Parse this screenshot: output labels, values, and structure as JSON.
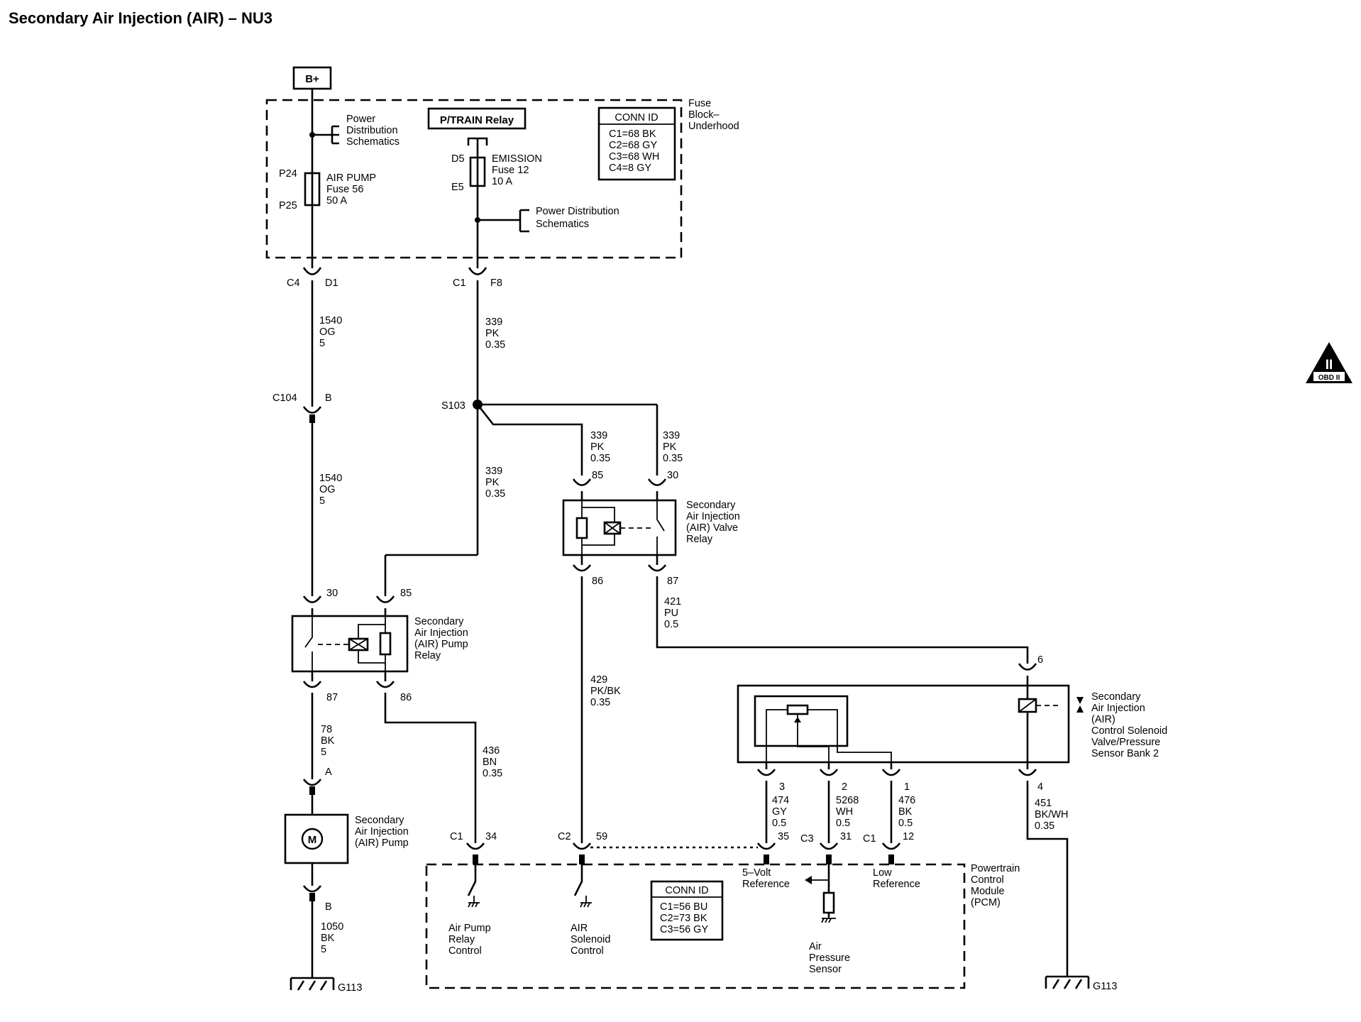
{
  "title": "Secondary Air Injection (AIR) – NU3",
  "badge": {
    "line1": "II",
    "line2": "OBD II"
  },
  "power": {
    "bplus": "B+",
    "ptrain_relay": "P/TRAIN Relay"
  },
  "fuse_block": {
    "label": [
      "Fuse",
      "Block–",
      "Underhood"
    ],
    "conn_id": {
      "title": "CONN ID",
      "rows": [
        "C1=68 BK",
        "C2=68 GY",
        "C3=68 WH",
        "C4=8 GY"
      ]
    },
    "pds1": [
      "Power",
      "Distribution",
      "Schematics"
    ],
    "pds2": [
      "Power Distribution",
      "Schematics"
    ],
    "fuse56": {
      "in": "P24",
      "out": "P25",
      "lines": [
        "AIR PUMP",
        "Fuse 56",
        "50 A"
      ]
    },
    "fuse12": {
      "in": "D5",
      "out": "E5",
      "lines": [
        "EMISSION",
        "Fuse 12",
        "10  A"
      ]
    }
  },
  "connectors": {
    "c4d1": [
      "C4",
      "D1"
    ],
    "c1f8": [
      "C1",
      "F8"
    ],
    "c104": [
      "C104",
      "B"
    ],
    "s103": "S103",
    "pump_a": "A",
    "pump_b": "B",
    "pcm_c1_34": [
      "C1",
      "34"
    ],
    "pcm_c2_59": [
      "C2",
      "59"
    ],
    "pcm_c3_35": "35",
    "pcm_c3_31": [
      "C3",
      "31"
    ],
    "pcm_c1_12": [
      "C1",
      "12"
    ]
  },
  "wires": {
    "w1540a": [
      "1540",
      "OG",
      "5"
    ],
    "w1540b": [
      "1540",
      "OG",
      "5"
    ],
    "w339a": [
      "339",
      "PK",
      "0.35"
    ],
    "w339b": [
      "339",
      "PK",
      "0.35"
    ],
    "w339c": [
      "339",
      "PK",
      "0.35"
    ],
    "w339d": [
      "339",
      "PK",
      "0.35"
    ],
    "w421": [
      "421",
      "PU",
      "0.5"
    ],
    "w429": [
      "429",
      "PK/BK",
      "0.35"
    ],
    "w436": [
      "436",
      "BN",
      "0.35"
    ],
    "w78": [
      "78",
      "BK",
      "5"
    ],
    "w1050": [
      "1050",
      "BK",
      "5"
    ],
    "w474": [
      "474",
      "GY",
      "0.5"
    ],
    "w5268": [
      "5268",
      "WH",
      "0.5"
    ],
    "w476": [
      "476",
      "BK",
      "0.5"
    ],
    "w451": [
      "451",
      "BK/WH",
      "0.35"
    ]
  },
  "valve_relay": {
    "label": [
      "Secondary",
      "Air Injection",
      "(AIR) Valve",
      "Relay"
    ],
    "pins": [
      "85",
      "30",
      "86",
      "87"
    ]
  },
  "pump_relay": {
    "label": [
      "Secondary",
      "Air Injection",
      "(AIR) Pump",
      "Relay"
    ],
    "pins": [
      "30",
      "85",
      "87",
      "86"
    ]
  },
  "pump": {
    "symbol": "M",
    "label": [
      "Secondary",
      "Air Injection",
      "(AIR) Pump"
    ]
  },
  "solenoid": {
    "label": [
      "Secondary",
      "Air Injection",
      "(AIR)",
      "Control Solenoid",
      "Valve/Pressure",
      "Sensor Bank 2"
    ],
    "pins": [
      "6",
      "3",
      "2",
      "1",
      "4"
    ]
  },
  "pcm": {
    "label": [
      "Powertrain",
      "Control",
      "Module",
      "(PCM)"
    ],
    "conn_id": {
      "title": "CONN ID",
      "rows": [
        "C1=56 BU",
        "C2=73 BK",
        "C3=56 GY"
      ]
    },
    "five_volt": [
      "5–Volt",
      "Reference"
    ],
    "low_ref": [
      "Low",
      "Reference"
    ],
    "air_pump_ctrl": [
      "Air Pump",
      "Relay",
      "Control"
    ],
    "air_sol_ctrl": [
      "AIR",
      "Solenoid",
      "Control"
    ],
    "air_press": [
      "Air",
      "Pressure",
      "Sensor"
    ]
  },
  "grounds": {
    "left": "G113",
    "right": "G113"
  }
}
